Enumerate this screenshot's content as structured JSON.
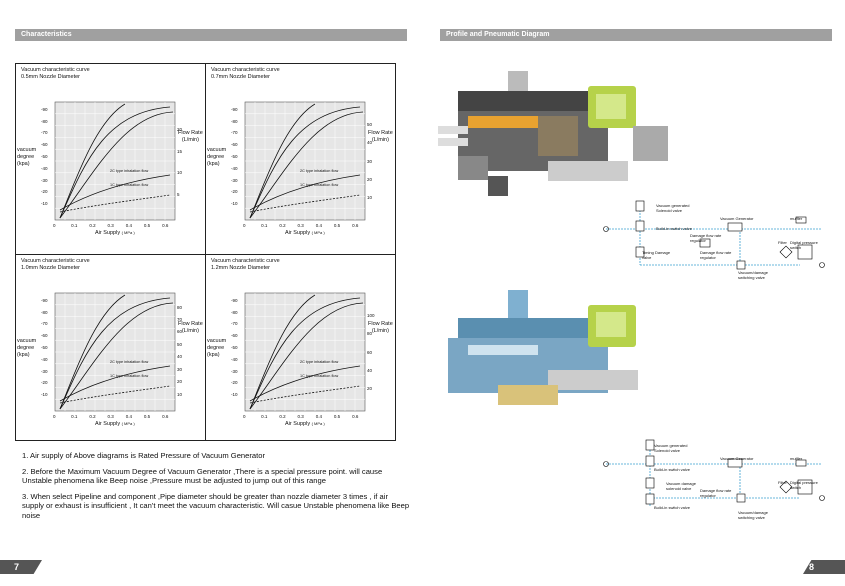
{
  "headers": {
    "left": "Characteristics",
    "right": "Profile and Pneumatic Diagram"
  },
  "page_numbers": {
    "left": "7",
    "right": "8"
  },
  "axis_common": {
    "y_label": [
      "vacuum",
      "degree",
      "(kpa)"
    ],
    "flow_label": [
      "Flow Rate",
      "(L/min)"
    ],
    "x_label": "Air Supply",
    "x_unit": "( MPa )",
    "x_ticks": [
      "0",
      "0.1",
      "0.2",
      "0.3",
      "0.4",
      "0.5",
      "0.6"
    ],
    "y_ticks": [
      "-90",
      "-80",
      "-70",
      "-60",
      "-50",
      "-40",
      "-30",
      "-20",
      "-10"
    ]
  },
  "panels": [
    {
      "title": "Vacuum characteristic curve",
      "subtitle": "0.5mm Nozzle Diameter",
      "flow_ticks": [
        "20",
        "15",
        "10",
        "5"
      ],
      "curve_labels": [
        "2C type inhalation flow",
        "1C type inhalation flow"
      ]
    },
    {
      "title": "Vacuum characteristic curve",
      "subtitle": "0.7mm Nozzle Diameter",
      "flow_ticks": [
        "50",
        "40",
        "30",
        "20",
        "10"
      ],
      "curve_labels": [
        "2C type inhalation flow",
        "1C type inhalation flow"
      ]
    },
    {
      "title": "Vacuum characteristic curve",
      "subtitle": "1.0mm Nozzle Diameter",
      "flow_ticks": [
        "80",
        "70",
        "60",
        "50",
        "40",
        "30",
        "20",
        "10"
      ],
      "curve_labels": [
        "2C type inhalation flow",
        "1C type inhalation flow"
      ]
    },
    {
      "title": "Vacuum characteristic curve",
      "subtitle": "1.2mm Nozzle Diameter",
      "flow_ticks": [
        "100",
        "80",
        "60",
        "40",
        "20"
      ],
      "curve_labels": [
        "2C type inhalation flow",
        "1C type inhalation flow"
      ]
    }
  ],
  "notes": [
    "1. Air supply of Above diagrams is Rated Pressure of Vacuum Generator",
    "2. Before the Maximum Vacuum Degree of Vacuum Generator ,There is a special pressure point. will cause Unstable phenomena like Beep noise ,Pressure must be adjusted to jump out of this range",
    "3. When select Pipeline and component ,Pipe diameter should be greater than nozzle diameter 3 times , if air supply or exhaust is insufficient , It can't meet the vacuum characteristic. Will casue Unstable phenomena like Beep noise"
  ],
  "diagram_top_labels": [
    "Vacuum generated Solenoid valve",
    "Build-in switch valve",
    "Damage flow rate regulator",
    "Timing Damage valve",
    "Vacuum Generator",
    "muffler",
    "Filter",
    "Digital pressure switch",
    "Vacuum/damage switching valve",
    "Damage flow rate regulator"
  ],
  "diagram_bottom_labels": [
    "Vacuum generated Solenoid valve",
    "Build-in switch valve",
    "Vacuum damage solenoid valve",
    "Damage flow rate regulator",
    "Build-in switch valve",
    "Vacuum Generator",
    "muffler",
    "Filter",
    "Digital pressure switch",
    "Vacuum/damage switching valve"
  ],
  "colors": {
    "header": "#a0a0a0",
    "accent_green": "#b6d24a",
    "pipe_blue": "#3aa0d0"
  }
}
